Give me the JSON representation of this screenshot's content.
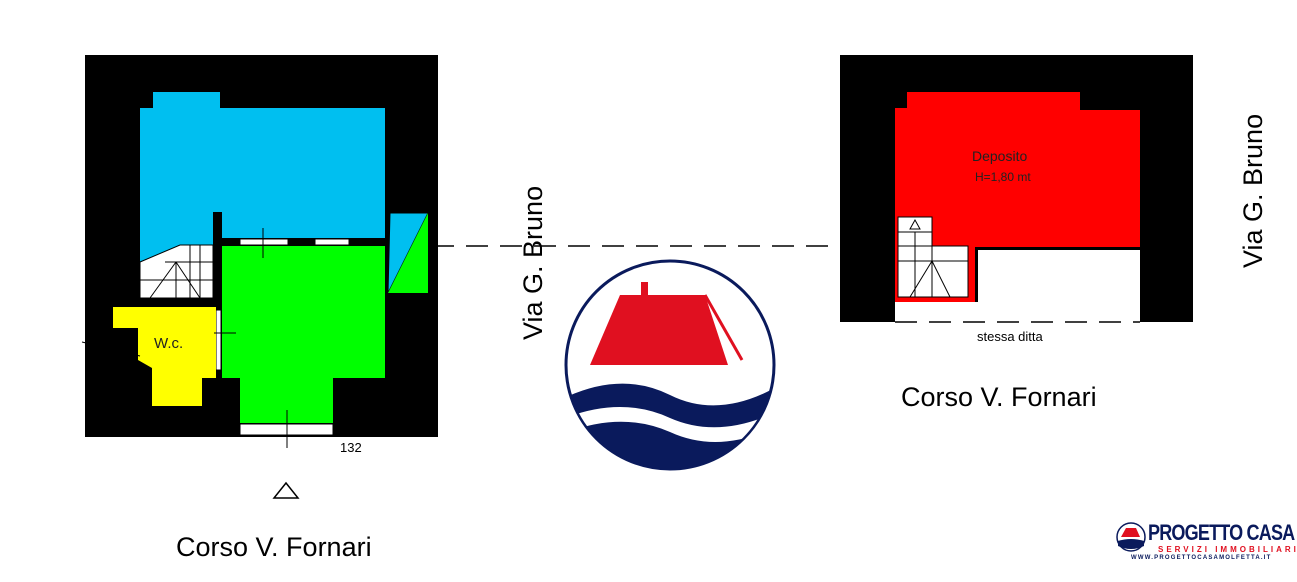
{
  "left_plan": {
    "street_bottom": "Corso V. Fornari",
    "wc_label": "W.c.",
    "dimension": "132"
  },
  "center": {
    "street_vertical": "Via G. Bruno"
  },
  "right_plan": {
    "room_label": "Deposito",
    "room_height": "H=1,80 mt",
    "neighbor_label": "stessa ditta",
    "street_bottom": "Corso V. Fornari",
    "street_vertical": "Via G. Bruno"
  },
  "brand": {
    "name": "PROGETTO CASA",
    "tagline": "SERVIZI IMMOBILIARI",
    "website": "WWW.PROGETTOCASAMOLFETTA.IT"
  },
  "colors": {
    "blue_room": "#00bff0",
    "green_room": "#00ff00",
    "yellow_room": "#ffff00",
    "red_room": "#ff0000",
    "logo_navy": "#0a1a5c",
    "logo_red": "#e01020"
  }
}
